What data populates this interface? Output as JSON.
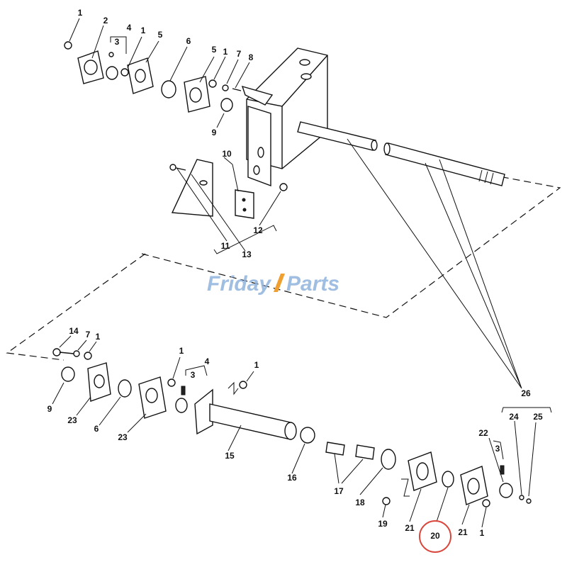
{
  "watermark": {
    "brand_left": "Friday",
    "brand_right": "Parts"
  },
  "callouts": [
    "1",
    "2",
    "3",
    "4",
    "5",
    "6",
    "7",
    "8",
    "9",
    "10",
    "11",
    "12",
    "13",
    "14",
    "15",
    "16",
    "17",
    "18",
    "19",
    "20",
    "21",
    "22",
    "23",
    "24",
    "25",
    "26"
  ],
  "highlighted_callout": "20",
  "colors": {
    "ink": "#111111",
    "watermark": "#8fb3dc",
    "highlight": "#d9463c"
  }
}
